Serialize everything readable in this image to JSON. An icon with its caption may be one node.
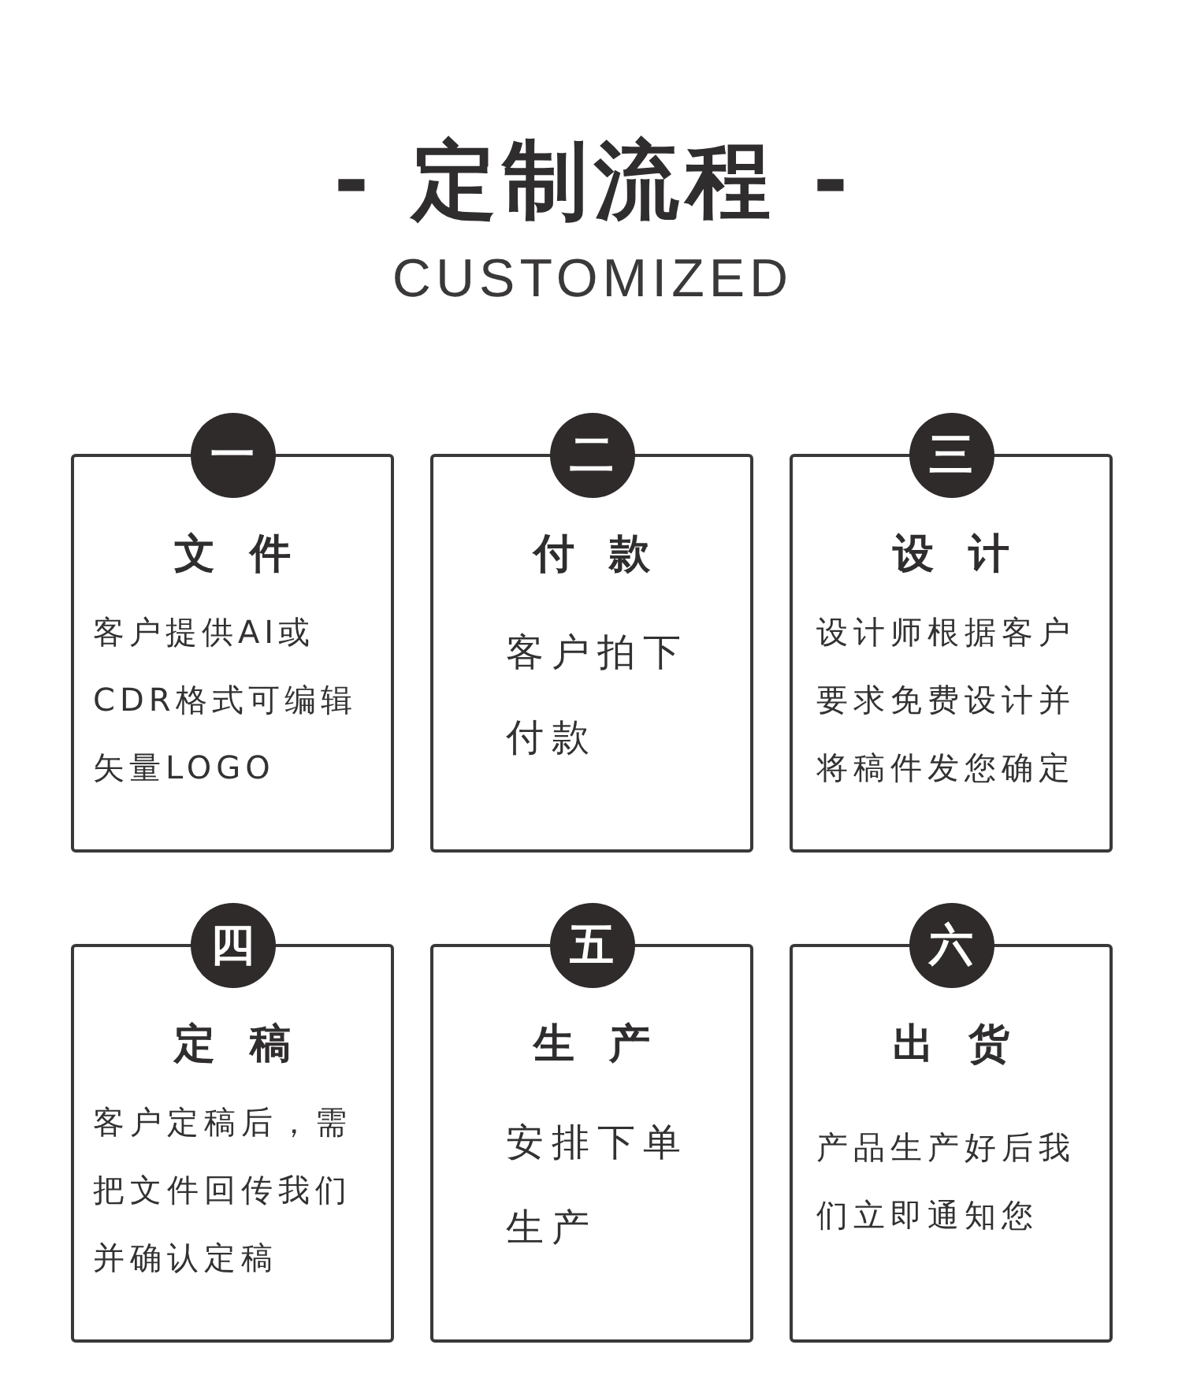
{
  "diagram": {
    "title": "- 定制流程 -",
    "nodes": [
      {
        "text": [
          "一"
        ]
      },
      {
        "text": [
          "文件",
          "客户提供AI或CDR格式可编辑矢量LOGO"
        ]
      },
      {
        "text": [
          "二"
        ]
      },
      {
        "text": [
          "付款",
          "客户拍下付款"
        ]
      },
      {
        "text": [
          "三"
        ]
      },
      {
        "text": [
          "设计",
          "设计师根据客户要求免费设计并将稿件发您确定"
        ]
      },
      {
        "text": [
          "四"
        ]
      },
      {
        "text": [
          "定稿",
          "客户定稿后，需把文件回传我们并确认定稿"
        ]
      },
      {
        "text": [
          "五"
        ]
      },
      {
        "text": [
          "生产",
          "安排下单生产"
        ]
      },
      {
        "text": [
          "六"
        ]
      },
      {
        "text": [
          "出货",
          "产品生产好后我们立即通知您"
        ]
      }
    ],
    "labels": [
      "CUSTOMIZED"
    ]
  }
}
